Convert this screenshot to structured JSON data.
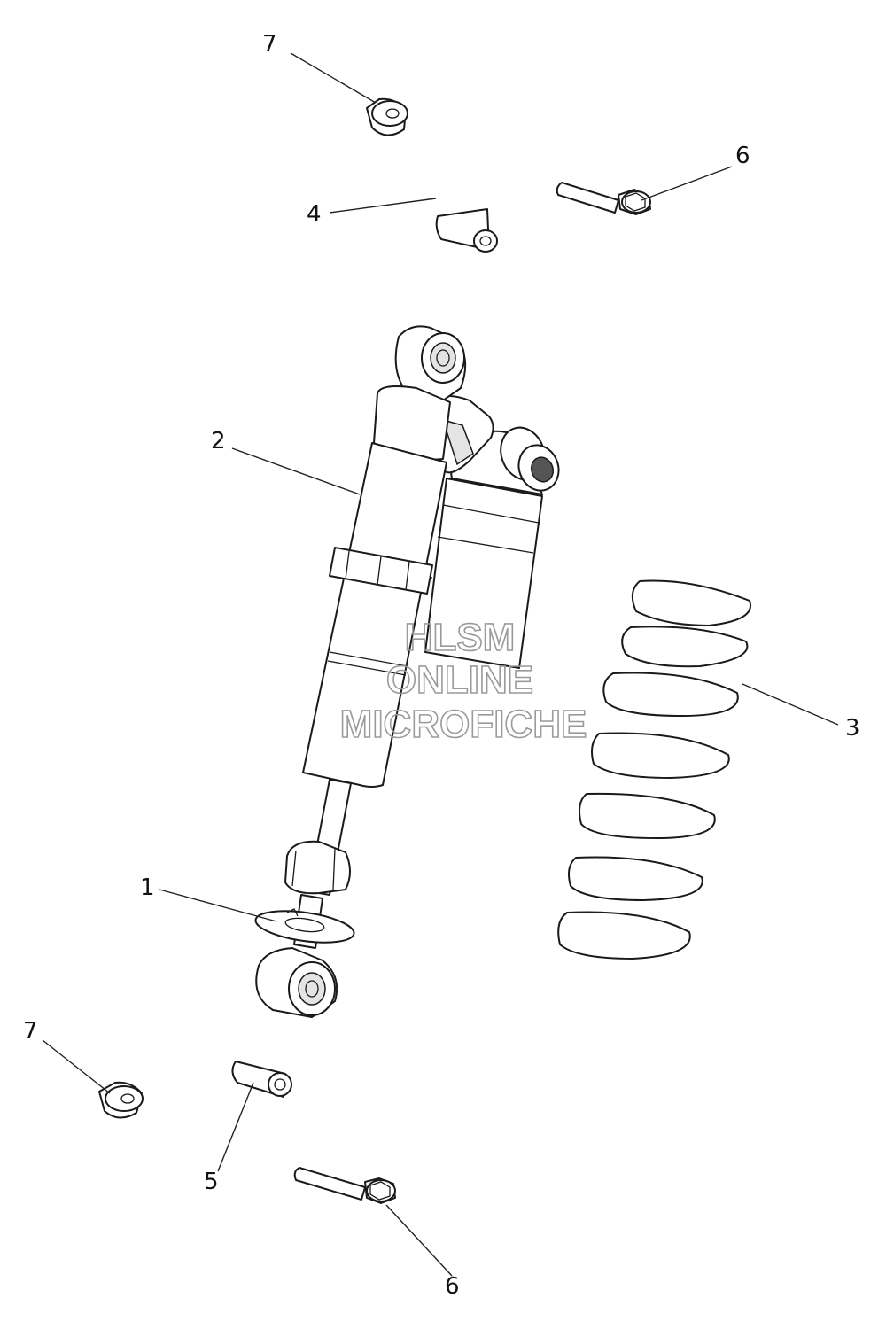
{
  "callouts": [
    {
      "id": "top-nut",
      "text": "7"
    },
    {
      "id": "top-bolt",
      "text": "6"
    },
    {
      "id": "top-bushing",
      "text": "4"
    },
    {
      "id": "shock-body",
      "text": "2"
    },
    {
      "id": "spring",
      "text": "3"
    },
    {
      "id": "spring-retainer",
      "text": "1"
    },
    {
      "id": "bottom-nut",
      "text": "7"
    },
    {
      "id": "bottom-bushing",
      "text": "5"
    },
    {
      "id": "bottom-bolt",
      "text": "6"
    }
  ],
  "watermark": {
    "line1": "HLSM",
    "line2": "ONLINE",
    "line3": "MICROFICHE"
  }
}
